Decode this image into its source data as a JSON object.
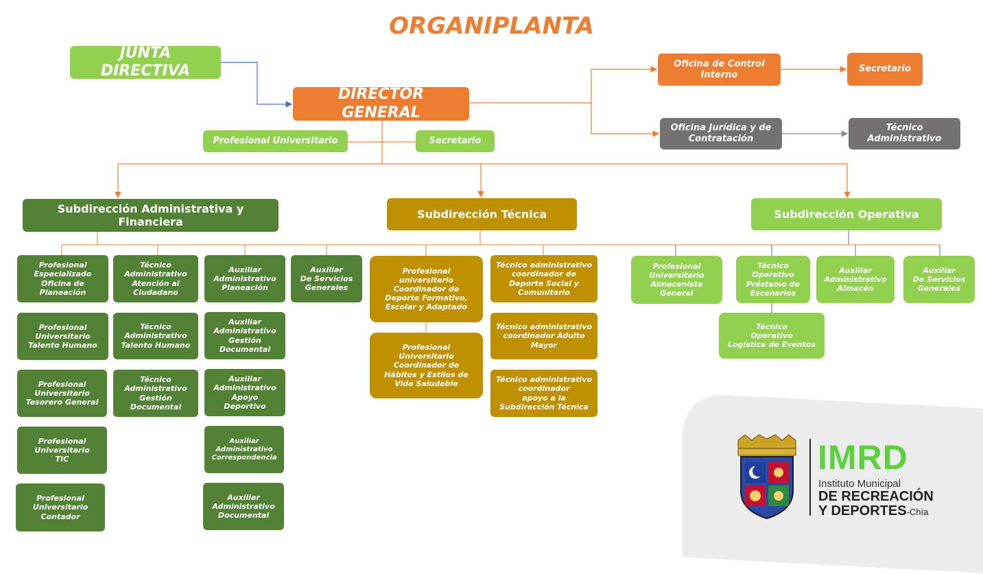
{
  "title": "ORGANIPLANTA",
  "top": {
    "junta": "JUNTA DIRECTIVA",
    "director": "DIRECTOR GENERAL",
    "prof_univ": "Profesional Universitario",
    "secretario": "Secretario",
    "control_interno": "Oficina de Control\nInterno",
    "control_secretario": "Secretario",
    "juridica": "Oficina  Jurídica y de\nContratación",
    "tecnico_admin": "Técnico\nAdministrativo"
  },
  "subdirecciones": {
    "admin": "Subdirección Administrativa y Financiera",
    "tecnica": "Subdirección Técnica",
    "operativa": "Subdirección Operativa"
  },
  "admin_cols": [
    [
      "Profesional\nEspecializado\nOficina de\nPlaneación",
      "Profesional\nUniversitario\nTalento Humano",
      "Profesional\nUniversitario\nTesorero General",
      "Profesional\nUniversitario\nTIC",
      "Profesional\nUniversitario\nContador"
    ],
    [
      "Técnico\nAdministrativo\nAtención al\nCiudadano",
      "Técnico\nAdministrativo\nTalento Humano",
      "Técnico\nAdministrativo\nGestión\nDocumental"
    ],
    [
      "Auxiliar\nAdministrativo\nPlaneación",
      "Auxiliar\nAdministrativo\nGestión\nDocumental",
      "Auxiliar\nAdministrativo\nApoyo\nDeportivo",
      "Auxiliar\nAdministrativo\nCorrespondencia",
      "Auxiliar\nAdministrativo\nDocumental"
    ],
    [
      "Auxiliar\nDe Servicios\nGenerales"
    ]
  ],
  "tecnica_cols": [
    [
      "Profesional\nuniversitario\nCoordinador de\nDeporte Formativo,\nEscolar y Adaptado",
      "Profesional\nUniversitario\nCoordinador de\nHábitos y Estilos de\nVida Saludable"
    ],
    [
      "Técnico administrativo\ncoordinador de\nDeporte Social y\nComunitario",
      "Técnico administrativo\ncoordinador Adulto\nMayor",
      "Técnico administrativo\ncoordinador\napoyo a la\nSubdirección Técnica"
    ]
  ],
  "operativa": {
    "almacenista": "Profesional\nUniversitario\nAlmacenista\nGeneral",
    "prestamo": "Técnico\nOperativo\nPréstamo de\nEscenarios",
    "logistica": "Técnico\nOperativo\nLogística de Eventos",
    "almacen": "Auxiliar\nAdministrativo\nAlmacén",
    "servicios": "Auxiliar\nDe Servicios\nGenerales"
  },
  "logo": {
    "imrd": "IMRD",
    "line1": "Instituto Municipal",
    "line2": "DE RECREACIÓN",
    "line3": "Y DEPORTES",
    "chia": "-Chía"
  },
  "colors": {
    "orange": "#ed7d31",
    "light_green": "#92d050",
    "dark_green": "#538135",
    "gold": "#bf9000",
    "gray": "#767171"
  }
}
